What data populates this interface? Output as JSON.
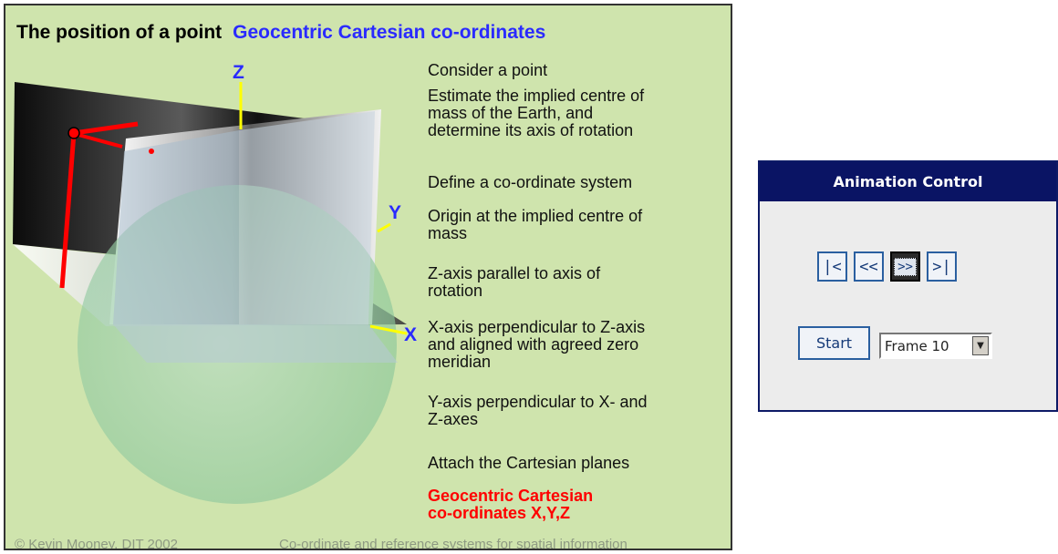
{
  "slide": {
    "title": "The position of a point",
    "subtitle": "Geocentric Cartesian co-ordinates",
    "axes": {
      "z": "Z",
      "y": "Y",
      "x": "X"
    },
    "steps": [
      "Consider a point",
      "Estimate the implied centre of\nmass of the Earth, and\ndetermine its axis of rotation",
      "Define a co-ordinate system",
      "Origin at the implied centre of\nmass",
      "Z-axis parallel to axis of\nrotation",
      "X-axis perpendicular to Z-axis\nand aligned with agreed zero\nmeridian",
      "Y-axis perpendicular to X- and\nZ-axes",
      "Attach the Cartesian planes",
      "Geocentric Cartesian\nco-ordinates X,Y,Z"
    ],
    "footer_left": "© Kevin Mooney, DIT 2002",
    "footer_right": "Co-ordinate and reference systems for spatial information",
    "colors": {
      "background": "#cfe4ad",
      "subtitle": "#2a2aff",
      "highlight": "#ff0000",
      "axis": "#ffff00"
    }
  },
  "animation_control": {
    "header": "Animation Control",
    "buttons": {
      "first": "|<",
      "prev": "<<",
      "next": ">>",
      "last": ">|"
    },
    "start_label": "Start",
    "frame_select": "Frame 10",
    "icons": {
      "dropdown": "chevron-down-icon"
    }
  }
}
